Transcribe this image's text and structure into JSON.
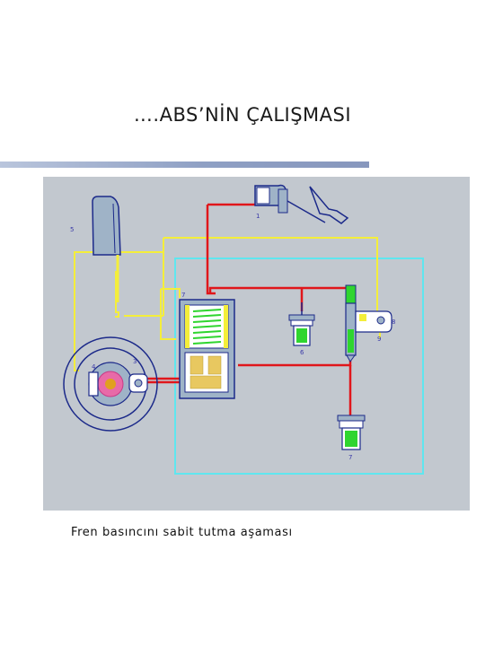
{
  "slide": {
    "title": "….ABS’NİN ÇALIŞMASI",
    "caption": "Fren basıncını sabit tutma aşaması"
  },
  "diagram": {
    "labels": {
      "master_cylinder": "1",
      "reservoir": "5",
      "modulator": "7",
      "wheel_sensor": "3",
      "brake_caliper": "4",
      "pressure_chamber": "6",
      "accumulator": "7",
      "solenoid": "8",
      "ecu": "9"
    },
    "colors": {
      "panel_background": "#c2c8cf",
      "hydraulic_line": "#e0161b",
      "signal_line": "#f4ee3a",
      "control_frame": "#5fe6ef",
      "component_outline": "#1c2a8a",
      "component_fill": "#9fb3c7",
      "coil": "#2fd52f"
    }
  }
}
